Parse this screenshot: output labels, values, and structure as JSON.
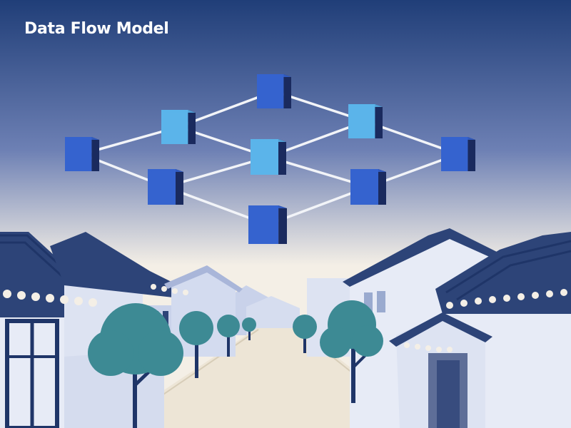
{
  "title": "Data Flow Model",
  "colors": {
    "sky_top": "#203e78",
    "sky_mid": "#6d80b4",
    "sky_bottom": "#f4efe6",
    "cube_dark_blue": "#3563cf",
    "cube_light_blue": "#5bb4ea",
    "cube_shadow": "#1a2a5e",
    "connector": "#f2f4f8",
    "roof": "#2d4478",
    "wall": "#e7ebf6",
    "tree": "#3d8a94",
    "trunk": "#1f3568",
    "street": "#ede5d6"
  },
  "network": {
    "cubes": [
      {
        "id": "c1",
        "tone": "dark"
      },
      {
        "id": "c2",
        "tone": "light"
      },
      {
        "id": "c3",
        "tone": "light"
      },
      {
        "id": "c4",
        "tone": "dark"
      },
      {
        "id": "c5",
        "tone": "light"
      },
      {
        "id": "c6",
        "tone": "dark"
      },
      {
        "id": "c7",
        "tone": "dark"
      },
      {
        "id": "c8",
        "tone": "dark"
      },
      {
        "id": "c9",
        "tone": "dark"
      }
    ],
    "links": [
      [
        "c1",
        "c2"
      ],
      [
        "c1",
        "c3"
      ],
      [
        "c2",
        "c4"
      ],
      [
        "c2",
        "c5"
      ],
      [
        "c3",
        "c5"
      ],
      [
        "c3",
        "c6"
      ],
      [
        "c4",
        "c7"
      ],
      [
        "c5",
        "c7"
      ],
      [
        "c5",
        "c8"
      ],
      [
        "c6",
        "c8"
      ],
      [
        "c7",
        "c9"
      ],
      [
        "c8",
        "c9"
      ]
    ]
  }
}
